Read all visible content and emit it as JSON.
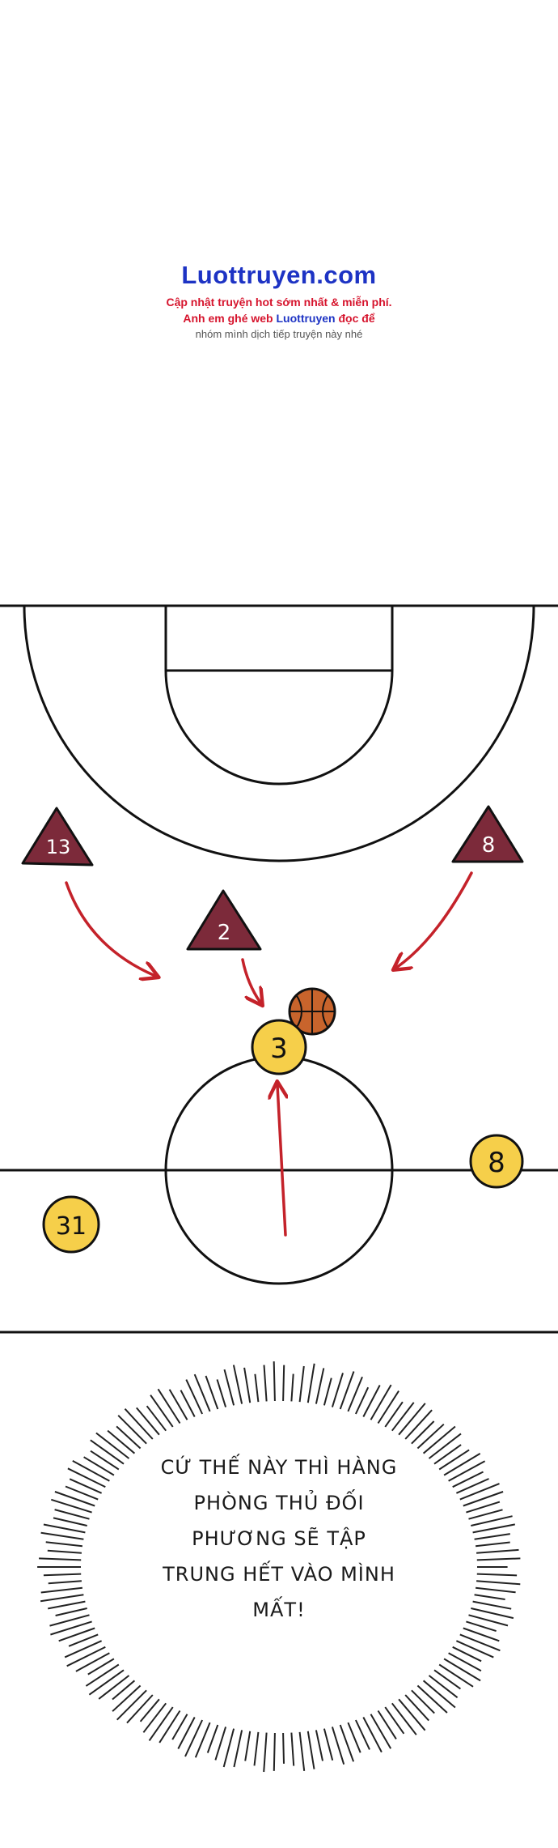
{
  "watermark": {
    "title": "Luottruyen.com",
    "line1": "Cập nhật truyện hot sớm nhất & miễn phí.",
    "line2_prefix": "Anh em ghé web ",
    "line2_brand": "Luottruyen",
    "line2_suffix": " đọc để",
    "line3": "nhóm mình dịch tiếp truyện này nhé"
  },
  "defenders": [
    {
      "number": "13"
    },
    {
      "number": "2"
    },
    {
      "number": "8"
    }
  ],
  "offense": [
    {
      "number": "3"
    },
    {
      "number": "8"
    },
    {
      "number": "31"
    }
  ],
  "speech_bubble": {
    "lines": [
      "CỨ THẾ NÀY THÌ HÀNG",
      "PHÒNG THỦ ĐỐI",
      "PHƯƠNG SẼ TẬP",
      "TRUNG HẾT VÀO MÌNH",
      "MẤT!"
    ]
  },
  "colors": {
    "defender_fill": "#7c2a3a",
    "offense_fill": "#f6cf4a",
    "arrow": "#c4222a",
    "ball": "#c8642c",
    "brand_blue": "#1d33c4",
    "brand_red": "#d6142d"
  },
  "icons": [
    "basketball-icon",
    "arrow-icon"
  ]
}
